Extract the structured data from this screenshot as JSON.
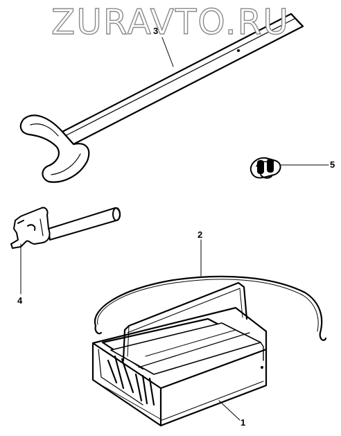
{
  "watermark": {
    "text": "ZURAVTO.RU"
  },
  "callouts": {
    "c1": "1",
    "c2": "2",
    "c3": "3",
    "c4": "4",
    "c5": "5"
  },
  "parts": [
    {
      "id": "1",
      "name": "toolbox"
    },
    {
      "id": "2",
      "name": "strap"
    },
    {
      "id": "3",
      "name": "open-end-wrench"
    },
    {
      "id": "4",
      "name": "hook-spanner"
    },
    {
      "id": "5",
      "name": "clip"
    }
  ]
}
